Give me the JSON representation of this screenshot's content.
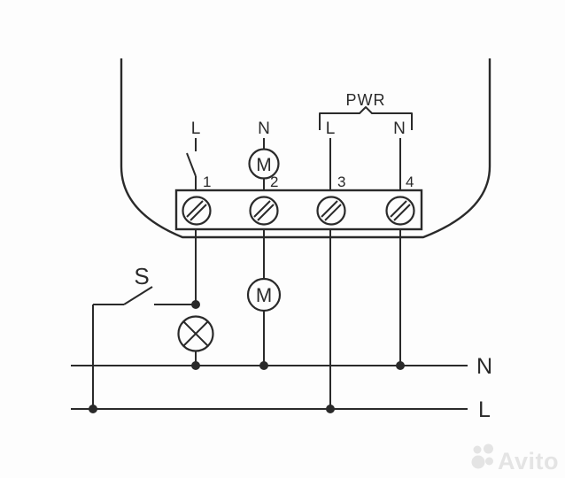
{
  "colors": {
    "line": "#2a2a2a",
    "background": "#fdfdfd",
    "watermark": "#e4e4e4"
  },
  "device": {
    "pwr_label": "PWR",
    "terminal_top_labels": {
      "t1": "L",
      "t2": "N",
      "t3": "L",
      "t4": "N"
    },
    "terminal_numbers": [
      "1",
      "2",
      "3",
      "4"
    ],
    "relay_contact_icon": "open-switch-icon",
    "motor_top_letter": "M",
    "screw_icon": "screw-terminal-icon"
  },
  "external": {
    "switch_label": "S",
    "lamp_icon": "lamp-icon",
    "motor_bottom_letter": "M"
  },
  "buses": {
    "neutral_label": "N",
    "line_label": "L"
  },
  "watermark": {
    "text": "Avito",
    "logo_icon": "avito-logo-icon"
  }
}
